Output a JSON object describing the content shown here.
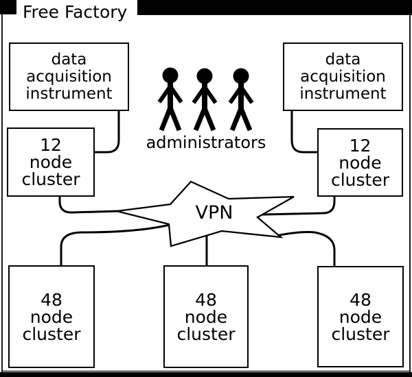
{
  "diagram": {
    "title": "Free Factory",
    "vpn_label": "VPN",
    "administrators_label": "administrators",
    "admin_figure_count": 3,
    "boxes": {
      "daq_left": "data\nacquisition\ninstrument",
      "daq_right": "data\nacquisition\ninstrument",
      "cluster12_left": "12\nnode\ncluster",
      "cluster12_right": "12\nnode\ncluster",
      "cluster48_left": "48\nnode\ncluster",
      "cluster48_middle": "48\nnode\ncluster",
      "cluster48_right": "48\nnode\ncluster"
    },
    "colors": {
      "ink": "#000000",
      "paper": "#ffffff"
    }
  }
}
